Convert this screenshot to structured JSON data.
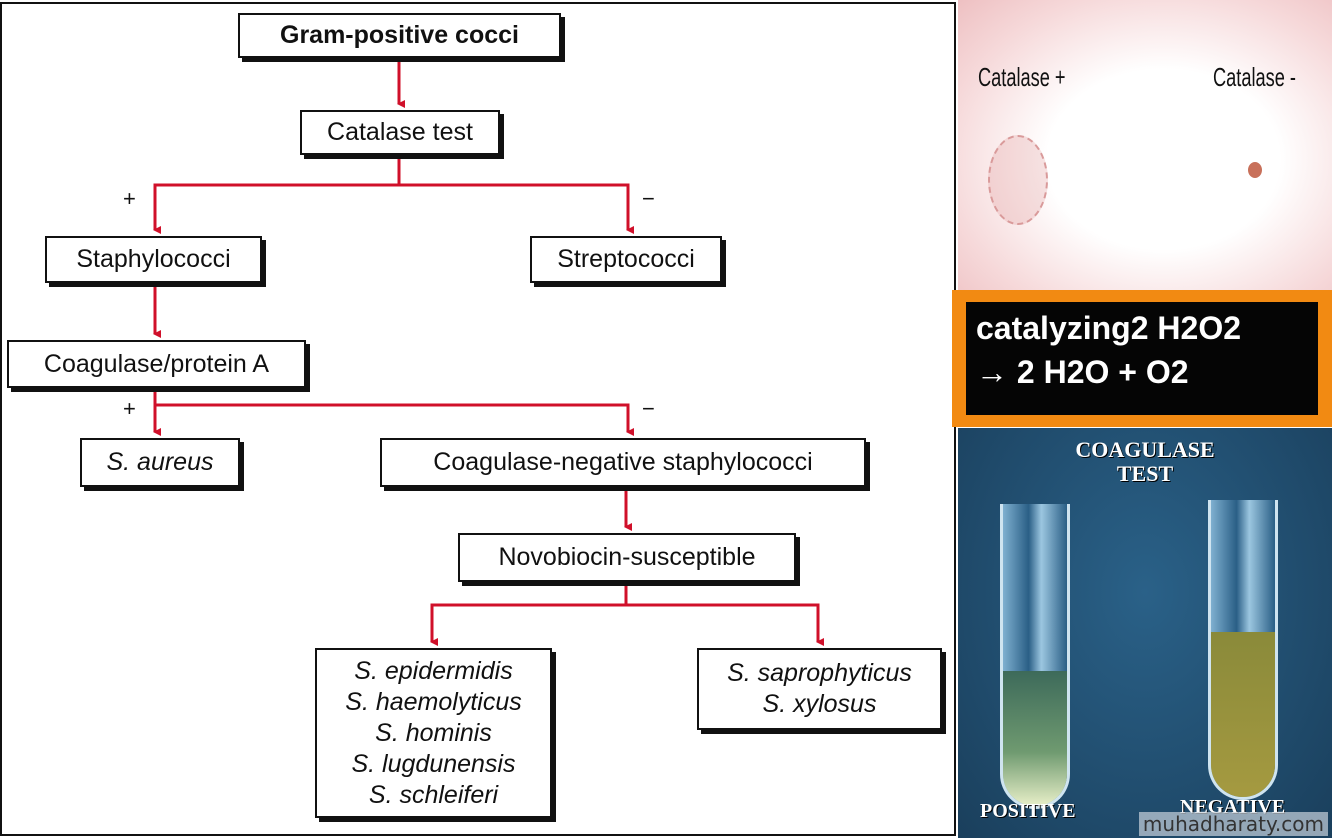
{
  "colors": {
    "arrow": "#d0102a",
    "equation_border": "#f28a12"
  },
  "flowchart": {
    "root": "Gram-positive cocci",
    "test1": "Catalase test",
    "pos1": "+",
    "neg1": "−",
    "staph": "Staphylococci",
    "strep": "Streptococci",
    "test2": "Coagulase/protein A",
    "pos2": "+",
    "neg2": "−",
    "aureus": "S. aureus",
    "cons": "Coagulase-negative staphylococci",
    "novo": "Novobiocin-susceptible",
    "susceptible_species": [
      "S. epidermidis",
      "S. haemolyticus",
      "S. hominis",
      "S. lugdunensis",
      "S. schleiferi"
    ],
    "resistant_species": [
      "S. saprophyticus",
      "S. xylosus"
    ]
  },
  "catalase_photo": {
    "label_pos": "Catalase +",
    "label_neg": "Catalase -"
  },
  "equation": {
    "line1": "catalyzing2 H2O2",
    "line2": "→ 2 H2O + O2"
  },
  "coagulase_photo": {
    "title1": "COAGULASE",
    "title2": "TEST",
    "positive": "POSITIVE",
    "negative": "NEGATIVE",
    "watermark": "muhadharaty.com"
  }
}
